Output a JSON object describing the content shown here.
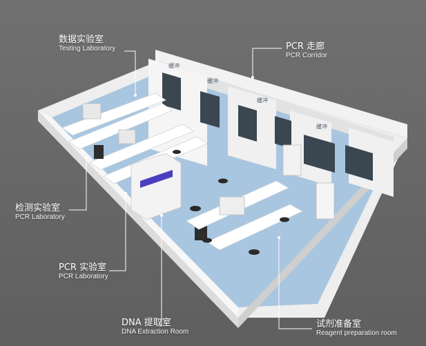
{
  "labels": {
    "testing": {
      "zh": "数据实验室",
      "en": "Testing Laboratory"
    },
    "pcr_corridor": {
      "zh": "PCR 走廊",
      "en": "PCR Corridor"
    },
    "detection": {
      "zh": "检测实验室",
      "en": "PCR Laboratory"
    },
    "pcr_lab": {
      "zh": "PCR 实验室",
      "en": "PCR Laboratory"
    },
    "dna": {
      "zh": "DNA 提取室",
      "en": "DNA Extraction Room"
    },
    "reagent": {
      "zh": "试剂准备室",
      "en": "Reagent preparation room"
    }
  },
  "buffer_tags": [
    "缓冲",
    "缓冲",
    "缓冲",
    "缓冲"
  ],
  "colors": {
    "background": "#6e6e6e",
    "floor": "#a9c6e0",
    "wall": "#f4f4f4",
    "leader": "#ffffff",
    "uv_purple": "#4b3ec0"
  }
}
